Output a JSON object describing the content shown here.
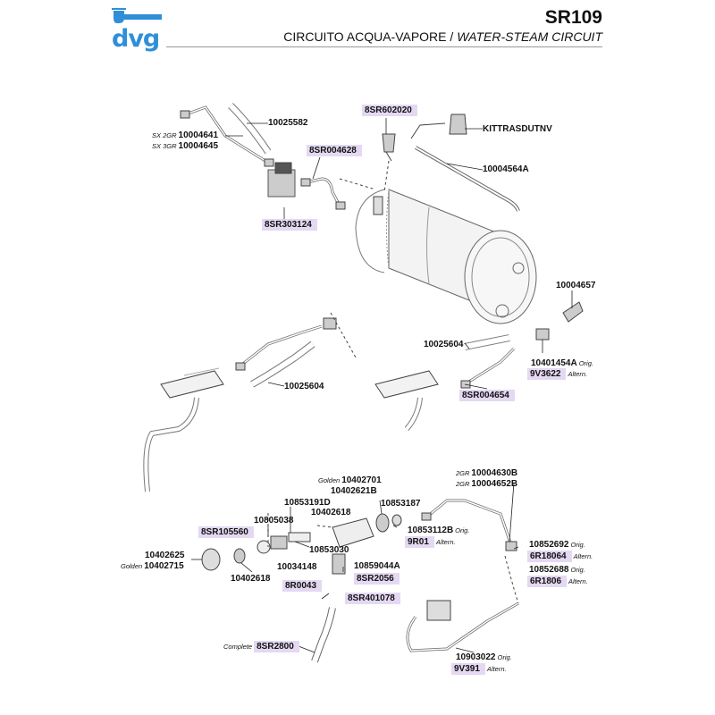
{
  "header": {
    "logo": "dvg",
    "model": "SR109",
    "title_it": "CIRCUITO ACQUA-VAPORE",
    "title_sep": " / ",
    "title_en": "WATER-STEAM CIRCUIT"
  },
  "colors": {
    "logo": "#2f8fd8",
    "highlight": "#e4d8f2",
    "line": "#444444"
  },
  "parts": {
    "p10025582": "10025582",
    "p10004641_pre": "SX 2GR",
    "p10004641": "10004641",
    "p10004645_pre": "SX 3GR",
    "p10004645": "10004645",
    "p8SR602020": "8SR602020",
    "pKITTRASDUTNV": "KITTRASDUTNV",
    "p8SR004628": "8SR004628",
    "p10004564A": "10004564A",
    "p8SR303124": "8SR303124",
    "p10004657": "10004657",
    "p10025604_r": "10025604",
    "p10401454A": "10401454A",
    "p10401454A_sub": "Orig.",
    "p9V3622": "9V3622",
    "p9V3622_sub": "Altern.",
    "p10025604_l": "10025604",
    "p8SR004654": "8SR004654",
    "p10402701_pre": "Golden",
    "p10402701": "10402701",
    "p10402621B": "10402621B",
    "p10004630B_pre": "2GR",
    "p10004630B": "10004630B",
    "p10004652B_pre": "2GR",
    "p10004652B": "10004652B",
    "p10853191D": "10853191D",
    "p10853187": "10853187",
    "p10805038": "10805038",
    "p10402618_t": "10402618",
    "p8SR105560": "8SR105560",
    "p10853112B": "10853112B",
    "p10853112B_sub": "Orig.",
    "p9R01": "9R01",
    "p9R01_sub": "Altern.",
    "p10853030": "10853030",
    "p10852692": "10852692",
    "p10852692_sub": "Orig.",
    "p6R18064": "6R18064",
    "p6R18064_sub": "Altern.",
    "p10402625": "10402625",
    "p10402715_pre": "Golden",
    "p10402715": "10402715",
    "p10034148": "10034148",
    "p10859044A": "10859044A",
    "p10852688": "10852688",
    "p10852688_sub": "Orig.",
    "p6R1806": "6R1806",
    "p6R1806_sub": "Altern.",
    "p10402618_b": "10402618",
    "p8SR2056": "8SR2056",
    "p8R0043": "8R0043",
    "p8SR401078": "8SR401078",
    "p8SR2800_pre": "Complete",
    "p8SR2800": "8SR2800",
    "p10903022": "10903022",
    "p10903022_sub": "Orig.",
    "p9V391": "9V391",
    "p9V391_sub": "Altern."
  }
}
